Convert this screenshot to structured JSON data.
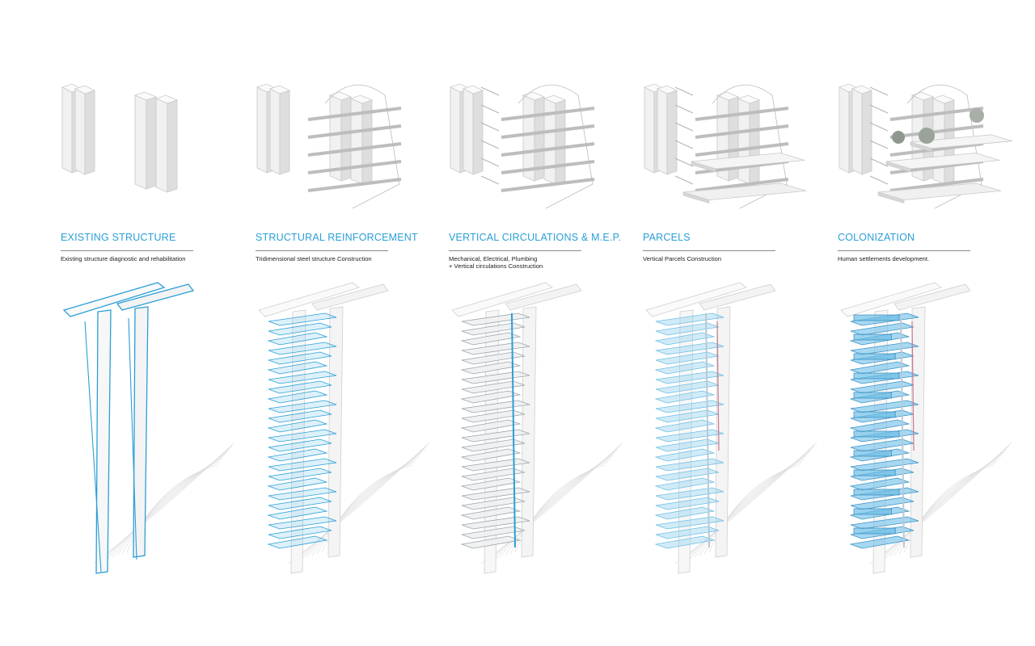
{
  "stages": [
    {
      "title": "EXISTING STRUCTURE",
      "description": "Existing structure diagnostic and rehabilitation"
    },
    {
      "title": "STRUCTURAL REINFORCEMENT",
      "description": "Tridimensional steel structure Construction"
    },
    {
      "title": "VERTICAL CIRCULATIONS & M.E.P.",
      "description": "Mechanical, Electrical, Plumbing\n+ Vertical circulations Construction"
    },
    {
      "title": "PARCELS",
      "description": "Vertical Parcels Construction"
    },
    {
      "title": "COLONIZATION",
      "description": "Human settlements development."
    }
  ],
  "colors": {
    "accent": "#2a9fd6",
    "rule": "#8a8a8a",
    "text": "#222222",
    "model": "#e9e9e9"
  }
}
